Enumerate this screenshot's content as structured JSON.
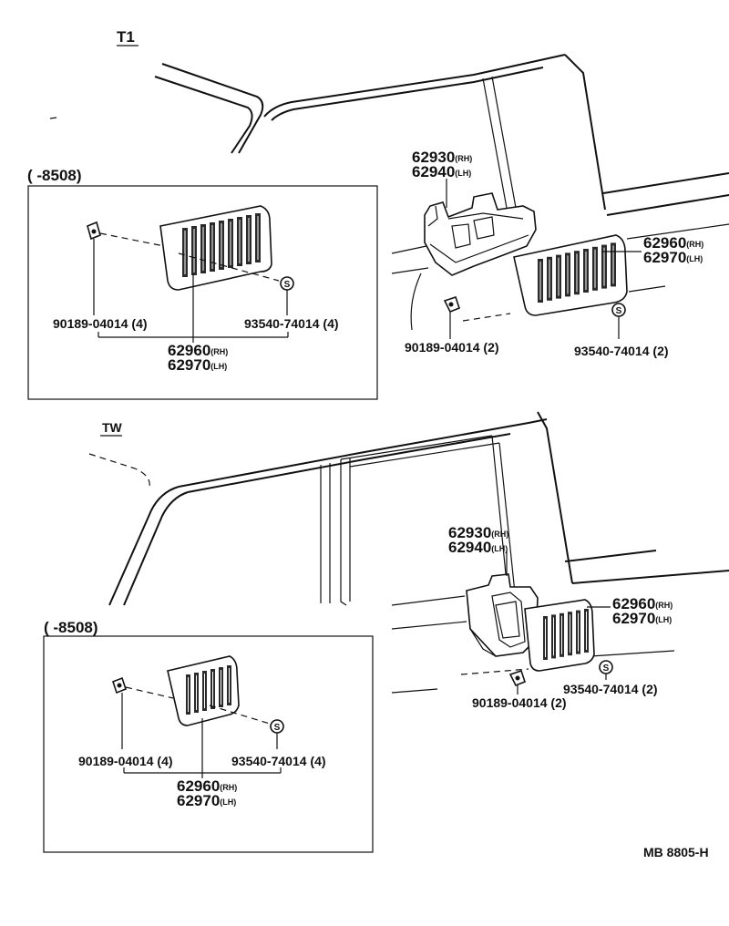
{
  "diagram": {
    "code": "MB 8805-H",
    "sections": [
      {
        "tag": "T1",
        "inset": {
          "range_label": "(      -8508)",
          "clip_part": "90189-04014 (4)",
          "screw_part": "93540-74014 (4)",
          "cover_rh": "62960",
          "cover_lh": "62970",
          "rh_mark": "(RH)",
          "lh_mark": "(LH)"
        },
        "main": {
          "bracket_rh": "62930",
          "bracket_lh": "62940",
          "cover_rh": "62960",
          "cover_lh": "62970",
          "clip_part": "90189-04014 (2)",
          "screw_part": "93540-74014 (2)",
          "rh_mark": "(RH)",
          "lh_mark": "(LH)"
        }
      },
      {
        "tag": "TW",
        "inset": {
          "range_label": "(      -8508)",
          "clip_part": "90189-04014 (4)",
          "screw_part": "93540-74014 (4)",
          "cover_rh": "62960",
          "cover_lh": "62970",
          "rh_mark": "(RH)",
          "lh_mark": "(LH)"
        },
        "main": {
          "bracket_rh": "62930",
          "bracket_lh": "62940",
          "cover_rh": "62960",
          "cover_lh": "62970",
          "clip_part": "90189-04014 (2)",
          "screw_part": "93540-74014 (2)",
          "rh_mark": "(RH)",
          "lh_mark": "(LH)"
        }
      }
    ],
    "screw_symbol": "S"
  }
}
